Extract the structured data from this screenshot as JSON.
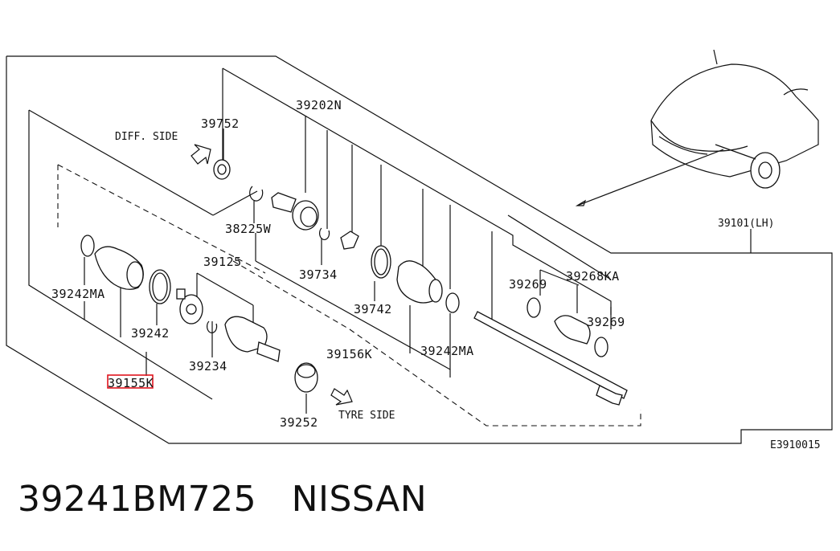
{
  "diagram": {
    "labels": {
      "p39752": "39752",
      "p39202n": "39202N",
      "diff_side": "DIFF. SIDE",
      "p38225w": "38225W",
      "p39125": "39125",
      "p39734": "39734",
      "p39242ma_left": "39242MA",
      "p39742": "39742",
      "p39269_top": "39269",
      "p39268ka": "39268KA",
      "p39101": "39101(LH)",
      "p39242": "39242",
      "p39156k": "39156K",
      "p39242ma_right": "39242MA",
      "p39269_bottom": "39269",
      "p39155k": "39155K",
      "p39234": "39234",
      "p39252": "39252",
      "tyre_side": "TYRE SIDE",
      "ref_code": "E3910015"
    },
    "highlighted_part": "39155K",
    "highlight_color": "#e0141e"
  },
  "footer": {
    "part_number": "39241BM725",
    "brand": "NISSAN"
  }
}
